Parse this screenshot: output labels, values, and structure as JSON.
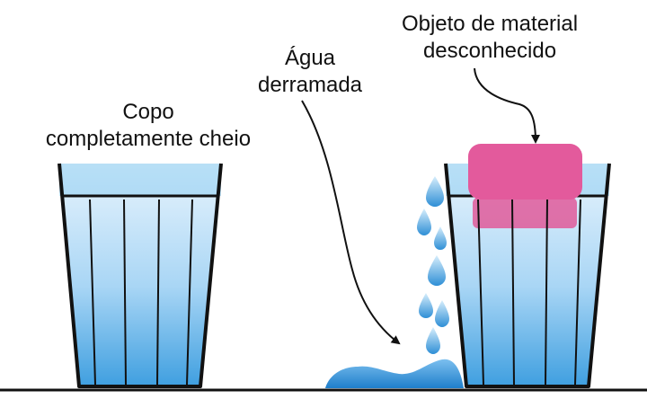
{
  "labels": {
    "full_glass": [
      "Copo",
      "completamente cheio"
    ],
    "spilled_water": [
      "Água",
      "derramada"
    ],
    "object": [
      "Objeto de material",
      "desconhecido"
    ]
  },
  "colors": {
    "water_top": "#e6f3fc",
    "water_bottom": "#3fa3e0",
    "glass_outline": "#111111",
    "object_fill": "#e35a9c",
    "object_submerged": "#dd5b97",
    "spill_fill": "#2f8fd6",
    "arrow": "#111111"
  },
  "icons": [
    "drop-icon",
    "arrow-icon"
  ]
}
